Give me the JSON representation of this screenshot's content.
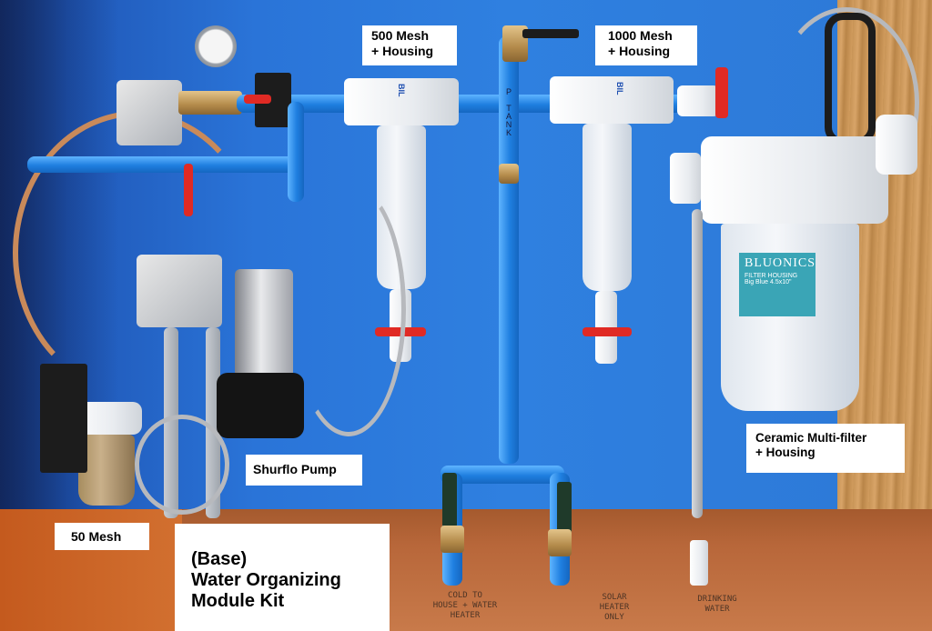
{
  "image": {
    "description": "Water plumbing module mounted on blue backboard with labeled filters and pump",
    "colors": {
      "backboard": "#2a74d8",
      "pipe": "#1f7fe0",
      "valve_handle": "#e02a24",
      "label_bg": "#ffffff",
      "label_text": "#000000",
      "wood": "#c89456"
    }
  },
  "labels": {
    "mesh500": {
      "line1": "500 Mesh",
      "line2": "+ Housing"
    },
    "mesh1000": {
      "line1": "1000 Mesh",
      "line2": "+ Housing"
    },
    "ceramic": {
      "line1": "Ceramic Multi-filter",
      "line2": "+ Housing"
    },
    "pump": {
      "line1": "Shurflo Pump"
    },
    "mesh50": {
      "line1": "50 Mesh"
    },
    "kit": {
      "line1": "(Base)",
      "line2": "Water Organizing",
      "line3": "Module Kit"
    }
  },
  "markings": {
    "p_tank": "P TANK",
    "bil_brand": "BIL",
    "filter_brand": "BLUONICS",
    "filter_sub1": "FILTER HOUSING",
    "filter_sub2": "Big Blue 4.5x10\"",
    "floor_cold": [
      "COLD TO",
      "HOUSE + WATER",
      "HEATER"
    ],
    "floor_solar": [
      "SOLAR",
      "HEATER",
      "ONLY"
    ],
    "floor_drinking": [
      "DRINKING",
      "WATER"
    ]
  }
}
